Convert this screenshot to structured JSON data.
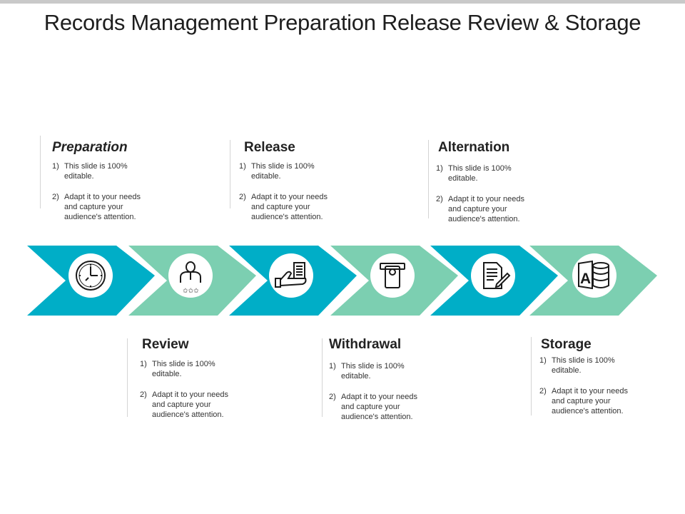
{
  "title": "Records Management Preparation Release Review & Storage",
  "colors": {
    "teal": "#00aec7",
    "mint": "#7ccfb1",
    "topbar": "#c9c9c9"
  },
  "stages": [
    {
      "label": "Preparation",
      "icon": "clock-icon",
      "color": "#00aec7"
    },
    {
      "label": "Review",
      "icon": "person-rating-icon",
      "color": "#7ccfb1"
    },
    {
      "label": "Release",
      "icon": "hand-document-icon",
      "color": "#00aec7"
    },
    {
      "label": "Withdrawal",
      "icon": "atm-card-icon",
      "color": "#7ccfb1"
    },
    {
      "label": "Alternation",
      "icon": "document-edit-icon",
      "color": "#00aec7"
    },
    {
      "label": "Storage",
      "icon": "database-document-icon",
      "color": "#7ccfb1"
    }
  ],
  "blocks": {
    "preparation": {
      "heading": "Preparation",
      "item1_num": "1)",
      "item1": "This slide is 100% editable.",
      "item2_num": "2)",
      "item2": "Adapt it to your needs and capture your audience's attention."
    },
    "release": {
      "heading": "Release",
      "item1_num": "1)",
      "item1": "This slide is 100% editable.",
      "item2_num": "2)",
      "item2": "Adapt it to your needs and capture your audience's attention."
    },
    "alternation": {
      "heading": "Alternation",
      "item1_num": "1)",
      "item1": "This slide is 100% editable.",
      "item2_num": "2)",
      "item2": "Adapt it to your needs and capture your audience's attention."
    },
    "review": {
      "heading": "Review",
      "item1_num": "1)",
      "item1": "This slide is 100% editable.",
      "item2_num": "2)",
      "item2": "Adapt it to your needs and capture your audience's attention."
    },
    "withdrawal": {
      "heading": "Withdrawal",
      "item1_num": "1)",
      "item1": "This slide is 100% editable.",
      "item2_num": "2)",
      "item2": "Adapt it to your needs and capture your audience's attention."
    },
    "storage": {
      "heading": "Storage",
      "item1_num": "1)",
      "item1": "This slide is 100% editable.",
      "item2_num": "2)",
      "item2": "Adapt it to your needs and capture your audience's attention."
    }
  }
}
